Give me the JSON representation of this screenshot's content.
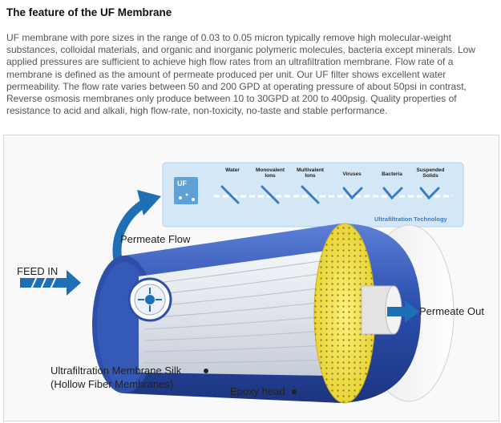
{
  "heading": "The feature of the UF Membrane",
  "paragraph": "UF membrane with pore sizes in the range of 0.03 to 0.05 micron typically remove high molecular-weight substances, colloidal materials, and organic and inorganic polymeric molecules, bacteria except minerals. Low applied pressures are sufficient to achieve high flow rates from an ultrafiltration membrane. Flow rate of a membrane is defined as the amount of permeate produced per unit. Our UF filter shows excellent water permeability. The flow rate varies between 50 and 200 GPD at operating pressure of about 50psi in contrast, Reverse osmosis membranes only produce between 10 to 30GPD at 200 to 400psig. Quality properties of resistance to acid and alkali, high flow-rate, non-toxicity, no-taste and stable performance.",
  "diagram": {
    "uf_badge": "UF",
    "filter_columns": [
      "Water",
      "Monovalent Ions",
      "Multivalent Ions",
      "Viruses",
      "Bacteria",
      "Suspended Solids"
    ],
    "panel_caption": "Ultrafiltration Technology",
    "permeate_flow": "Permeate Flow",
    "feed_in": "FEED IN",
    "permeate_out": "Permeate Out",
    "silk_line1": "Ultrafiltration Membrane Silk",
    "silk_line2": "(Hollow Fiber Membranes)",
    "epoxy_head": "Epoxy head",
    "colors": {
      "tube_blue": "#2b4fae",
      "panel_blue": "#d3e7f7",
      "arrow_blue": "#1f6fb6",
      "epoxy_yellow": "#f2e04a"
    }
  }
}
